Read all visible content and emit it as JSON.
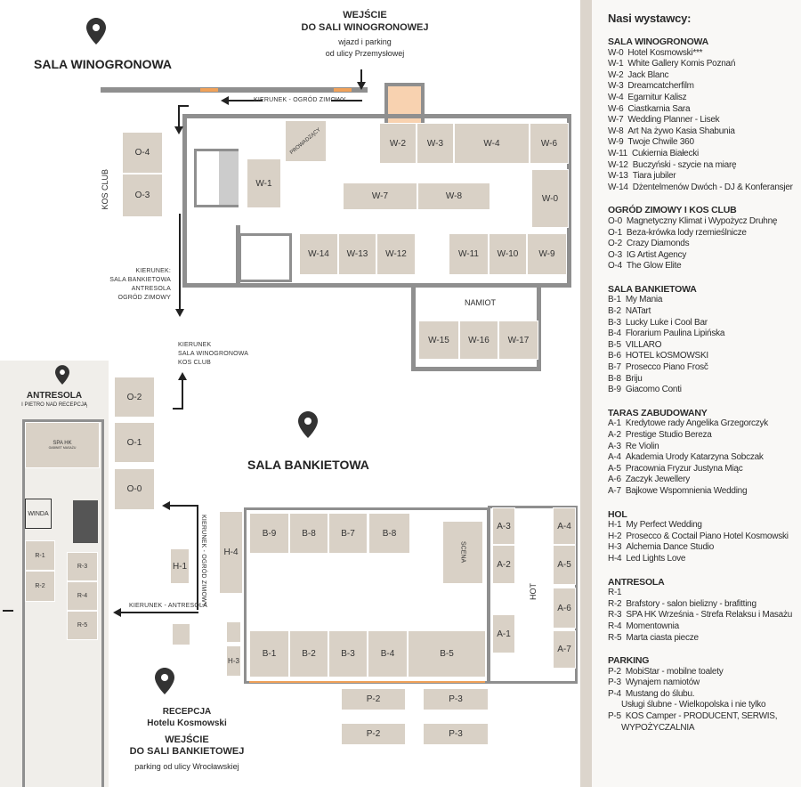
{
  "map": {
    "winogronowa_title": "SALA WINOGRONOWA",
    "entrance_top_1": "WEJŚCIE",
    "entrance_top_2": "DO SALI WINOGRONOWEJ",
    "entrance_top_3": "wjazd i parking",
    "entrance_top_4": "od ulicy Przemysłowej",
    "kos_club": "KOS CLUB",
    "dir_ogrod_top": "KIERUNEK - OGRÓD ZIMOWY",
    "dir_multi_1": "KIERUNEK:",
    "dir_multi_2": "SALA BANKIETOWA",
    "dir_multi_3": "ANTRESOLA",
    "dir_multi_4": "OGRÓD ZIMOWY",
    "dir_up_1": "KIERUNEK",
    "dir_up_2": "SALA WINOGRONOWA",
    "dir_up_3": "KOS CLUB",
    "dir_ogrod_vert": "KIERUNEK - OGRÓD ZIMOWY",
    "dir_antresola": "KIERUNEK - ANTRESOLA",
    "prowadzacy": "PROWADZĄCY",
    "namiot": "NAMIOT",
    "antresola_title": "ANTRESOLA",
    "antresola_sub": "I PIETRO NAD RECEPCJĄ",
    "spa_1": "SPA HK",
    "spa_2": "GABINET MASAŻU",
    "winda": "WINDA",
    "bankietowa_title": "SALA BANKIETOWA",
    "scena": "SCENA",
    "hot": "HOT",
    "recepcja_1": "RECEPCJA",
    "recepcja_2": "Hotelu Kosmowski",
    "entrance_bottom_1": "WEJŚCIE",
    "entrance_bottom_2": "DO SALI BANKIETOWEJ",
    "entrance_bottom_3": "parking od ulicy Wrocławskiej",
    "booths": {
      "W0": "W-0",
      "W1": "W-1",
      "W2": "W-2",
      "W3": "W-3",
      "W4": "W-4",
      "W6": "W-6",
      "W7": "W-7",
      "W8": "W-8",
      "W9": "W-9",
      "W10": "W-10",
      "W11": "W-11",
      "W12": "W-12",
      "W13": "W-13",
      "W14": "W-14",
      "W15": "W-15",
      "W16": "W-16",
      "W17": "W-17",
      "O0": "O-0",
      "O1": "O-1",
      "O2": "O-2",
      "O3": "O-3",
      "O4": "O-4",
      "R1": "R-1",
      "R2": "R-2",
      "R3": "R-3",
      "R4": "R-4",
      "R5": "R-5",
      "H1": "H-1",
      "H3": "H-3",
      "H4": "H-4",
      "B1": "B-1",
      "B2": "B-2",
      "B3": "B-3",
      "B4": "B-4",
      "B5": "B-5",
      "B7": "B-7",
      "B8": "B-8",
      "B8b": "B-8",
      "B9": "B-9",
      "A1": "A-1",
      "A2": "A-2",
      "A3": "A-3",
      "A4": "A-4",
      "A5": "A-5",
      "A6": "A-6",
      "A7": "A-7",
      "P2a": "P-2",
      "P3a": "P-3",
      "P2b": "P-2",
      "P3b": "P-3"
    },
    "colors": {
      "booth": "#d9d1c6",
      "wall": "#8f8f8f",
      "entrance": "#f8d2b0",
      "door": "#f0a25a"
    }
  },
  "sidebar": {
    "title": "Nasi wystawcy:",
    "sections": [
      {
        "heading": "SALA WINOGRONOWA",
        "items": [
          {
            "code": "W-0",
            "name": "Hotel Kosmowski***"
          },
          {
            "code": "W-1",
            "name": "White Gallery Komis Poznań"
          },
          {
            "code": "W-2",
            "name": "Jack Blanc"
          },
          {
            "code": "W-3",
            "name": "Dreamcatcherfilm"
          },
          {
            "code": "W-4",
            "name": "Egarnitur Kalisz"
          },
          {
            "code": "W-6",
            "name": "Ciastkarnia Sara"
          },
          {
            "code": "W-7",
            "name": "Wedding Planner - Lisek"
          },
          {
            "code": "W-8",
            "name": "Art Na żywo Kasia Shabunia"
          },
          {
            "code": "W-9",
            "name": "Twoje Chwile 360"
          },
          {
            "code": "W-11",
            "name": "Cukiernia Białecki"
          },
          {
            "code": "W-12",
            "name": "Buczyński - szycie na miarę"
          },
          {
            "code": "W-13",
            "name": "Tiara jubiler"
          },
          {
            "code": "W-14",
            "name": "Dżentelmenów Dwóch - DJ & Konferansjer"
          }
        ]
      },
      {
        "heading": "OGRÓD ZIMOWY I KOS CLUB",
        "items": [
          {
            "code": "O-0",
            "name": "Magnetyczny Klimat i Wypożycz Druhnę"
          },
          {
            "code": "O-1",
            "name": "Beza-krówka lody rzemieślnicze"
          },
          {
            "code": "O-2",
            "name": "Crazy Diamonds"
          },
          {
            "code": "O-3",
            "name": "IG Artist Agency"
          },
          {
            "code": "O-4",
            "name": "The Glow Elite"
          }
        ]
      },
      {
        "heading": "SALA BANKIETOWA",
        "items": [
          {
            "code": "B-1",
            "name": "My Mania"
          },
          {
            "code": "B-2",
            "name": "NATart"
          },
          {
            "code": "B-3",
            "name": "Lucky Luke i Cool Bar"
          },
          {
            "code": "B-4",
            "name": "Florarium Paulina Lipińska"
          },
          {
            "code": "B-5",
            "name": "VILLARO"
          },
          {
            "code": "B-6",
            "name": "HOTEL kOSMOWSKI"
          },
          {
            "code": "B-7",
            "name": "Prosecco Piano Frosč"
          },
          {
            "code": "B-8",
            "name": "Briju"
          },
          {
            "code": "B-9",
            "name": "Giacomo Conti"
          }
        ]
      },
      {
        "heading": "TARAS ZABUDOWANY",
        "items": [
          {
            "code": "A-1",
            "name": "Kredytowe rady Angelika Grzegorczyk"
          },
          {
            "code": "A-2",
            "name": "Prestige Studio Bereza"
          },
          {
            "code": "A-3",
            "name": "Re Violin"
          },
          {
            "code": "A-4",
            "name": "Akademia Urody Katarzyna Sobczak"
          },
          {
            "code": "A-5",
            "name": "Pracownia Fryzur Justyna Miąc"
          },
          {
            "code": "A-6",
            "name": "Zaczyk Jewellery"
          },
          {
            "code": "A-7",
            "name": "Bajkowe Wspomnienia Wedding"
          }
        ]
      },
      {
        "heading": "HOL",
        "items": [
          {
            "code": "H-1",
            "name": "My Perfect Wedding"
          },
          {
            "code": "H-2",
            "name": "Prosecco & Coctail Piano Hotel Kosmowski"
          },
          {
            "code": "H-3",
            "name": "Alchemia Dance Studio"
          },
          {
            "code": "H-4",
            "name": "Led Lights Love"
          }
        ]
      },
      {
        "heading": "ANTRESOLA",
        "items": [
          {
            "code": "R-1",
            "name": ""
          },
          {
            "code": "R-2",
            "name": "Brafstory - salon bielizny - brafitting"
          },
          {
            "code": "R-3",
            "name": "SPA HK Września - Strefa Relaksu i Masażu"
          },
          {
            "code": "R-4",
            "name": "Momentownia"
          },
          {
            "code": "R-5",
            "name": "Marta ciasta piecze"
          }
        ]
      },
      {
        "heading": "PARKING",
        "items": [
          {
            "code": "P-2",
            "name": "MobiStar - mobilne toalety"
          },
          {
            "code": "P-3",
            "name": "Wynajem namiotów"
          },
          {
            "code": "P-4",
            "name": "Mustang do ślubu.",
            "sub": "Usługi ślubne - Wielkopolska i nie tylko"
          },
          {
            "code": "P-5",
            "name": "KOS Camper - PRODUCENT, SERWIS,",
            "sub": "WYPOŻYCZALNIA"
          }
        ]
      }
    ]
  }
}
